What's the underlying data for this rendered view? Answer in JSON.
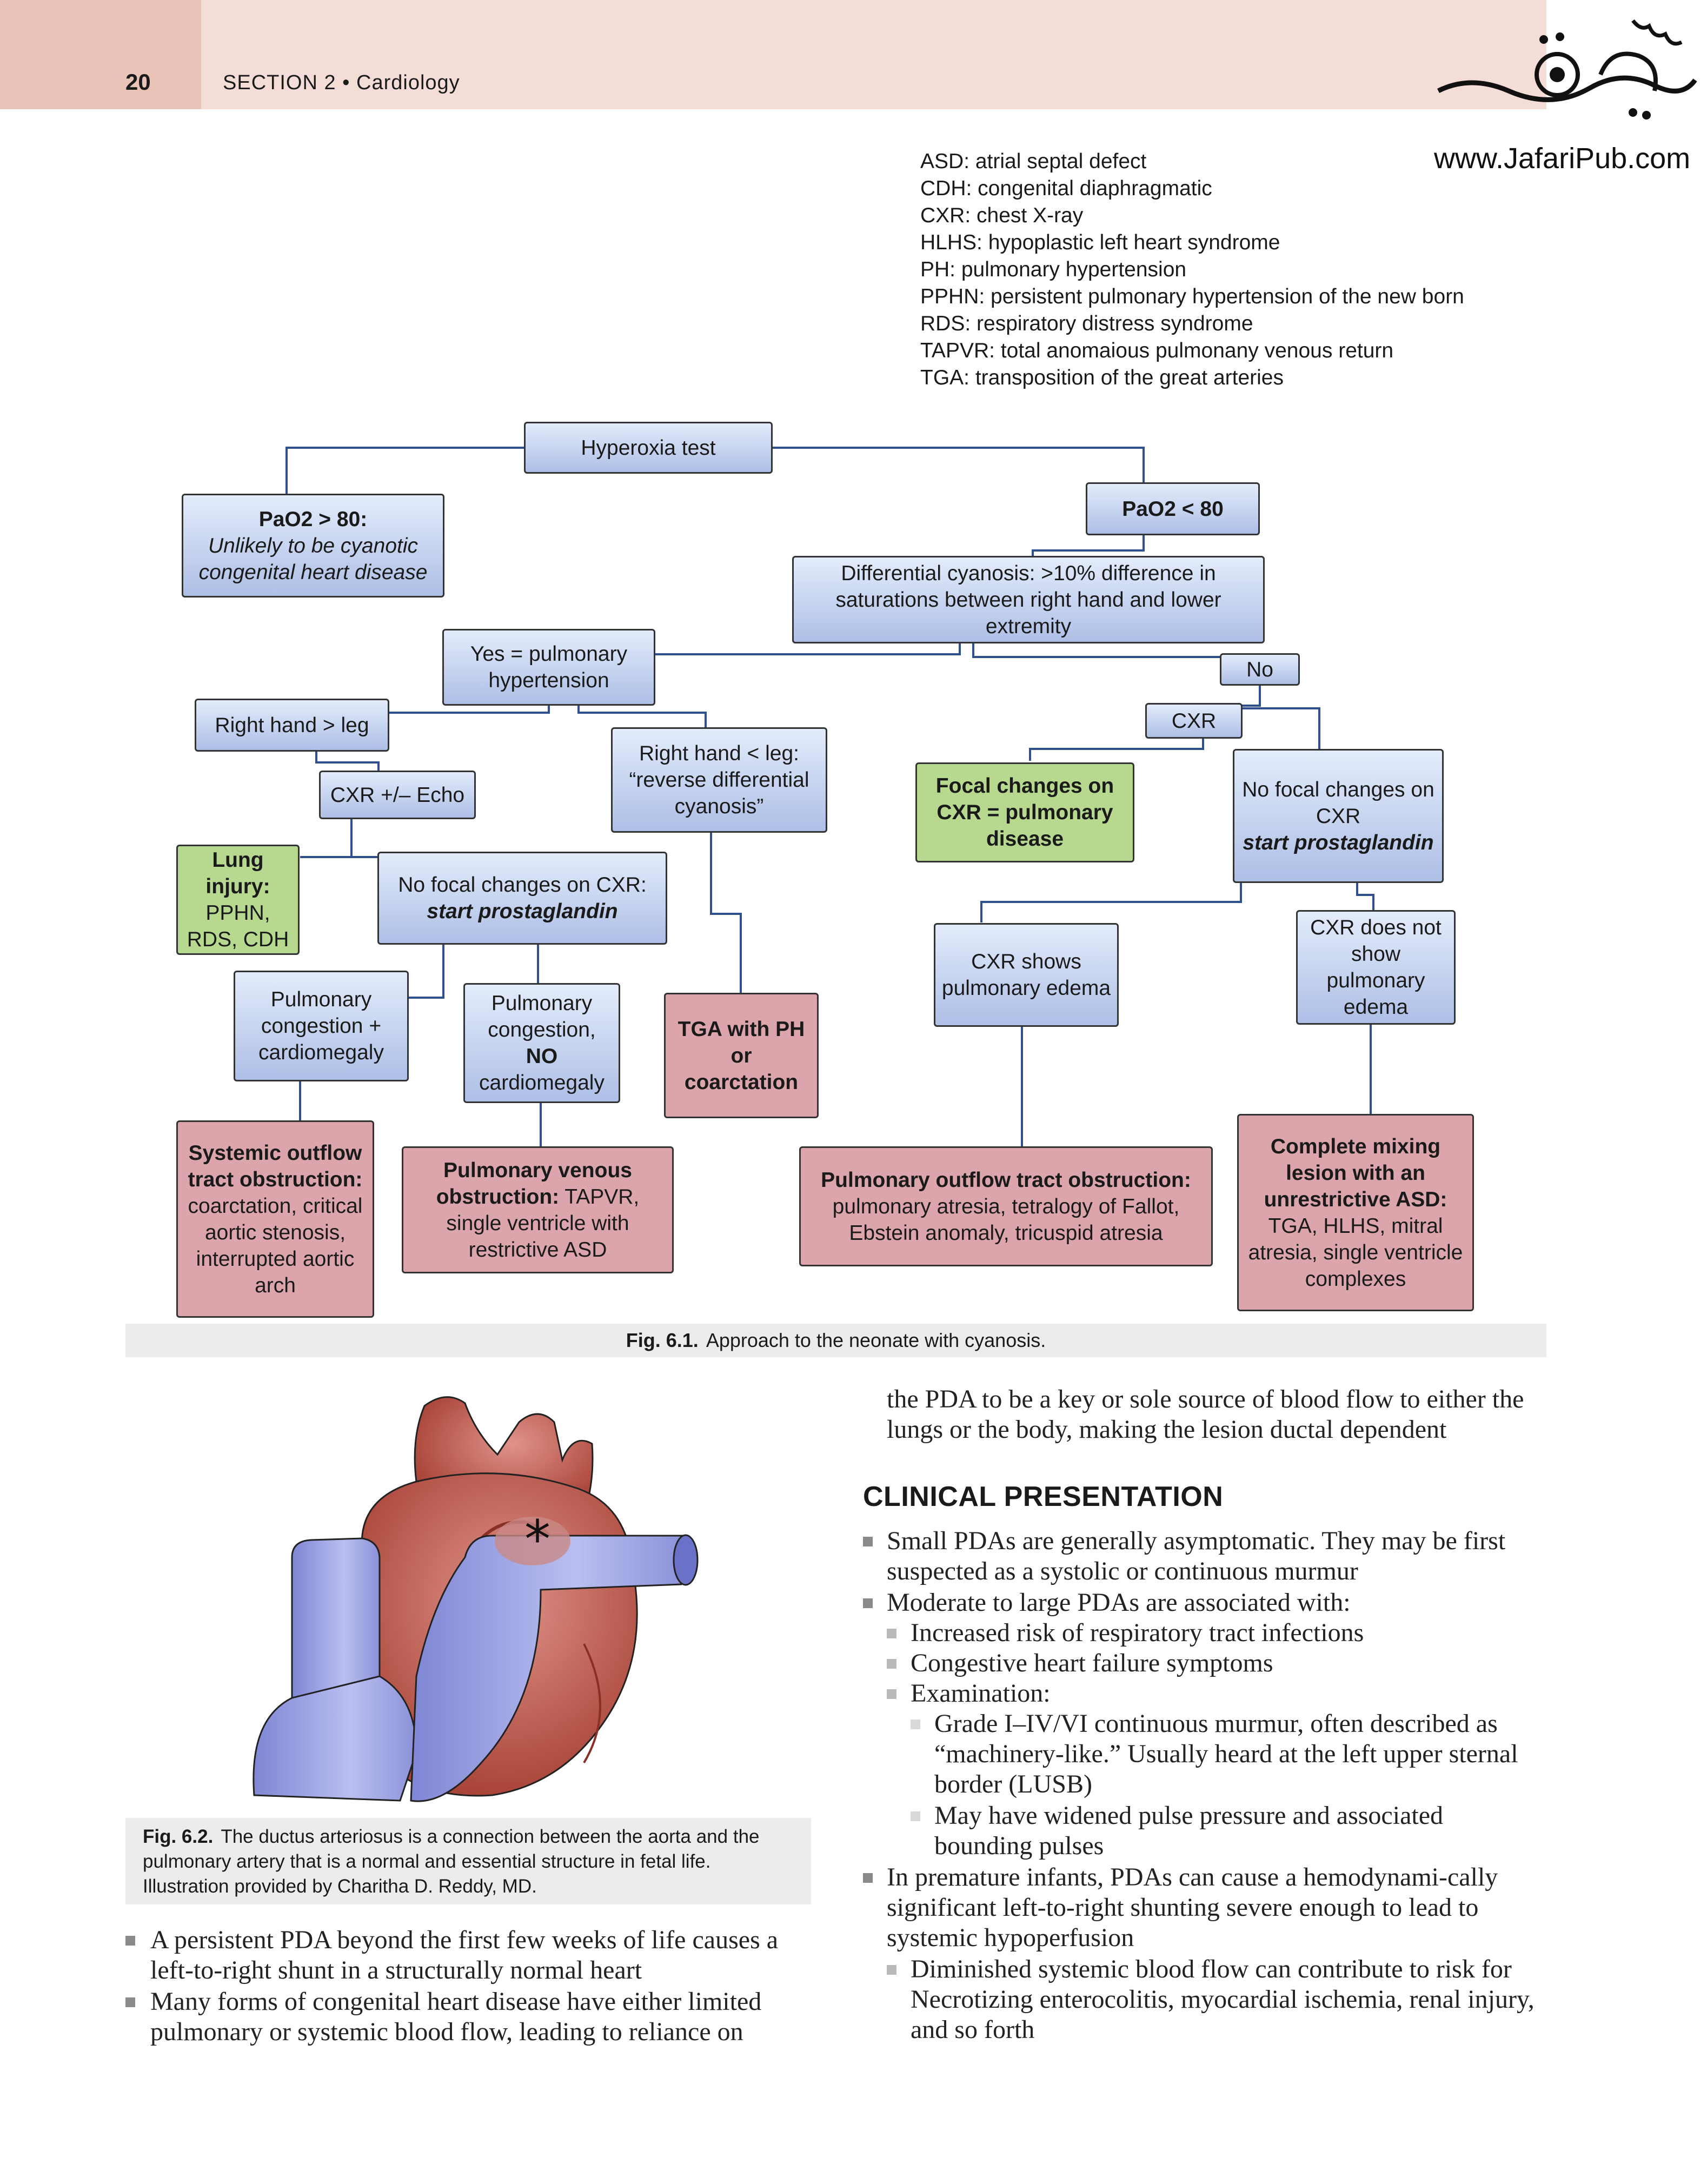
{
  "header": {
    "page_number": "20",
    "section": "SECTION 2  •  Cardiology",
    "logo_url": "www.JafariPub.com"
  },
  "abbreviations": [
    "ASD: atrial septal defect",
    "CDH: congenital diaphragmatic",
    "CXR: chest X-ray",
    "HLHS: hypoplastic left heart syndrome",
    "PH: pulmonary hypertension",
    "PPHN: persistent pulmonary hypertension of the new born",
    "RDS: respiratory distress syndrome",
    "TAPVR: total anomaious pulmonany venous return",
    "TGA: transposition of the great arteries"
  ],
  "flowchart": {
    "hyperoxia": "Hyperoxia test",
    "pao2_high_title": "PaO2 > 80:",
    "pao2_high_text": "Unlikely to be cyanotic congenital heart disease",
    "pao2_low": "PaO2 < 80",
    "differential": "Differential cyanosis: >10% difference in saturations between right hand and lower extremity",
    "yes_ph": "Yes = pulmonary hypertension",
    "no": "No",
    "rh_gt_leg": "Right hand > leg",
    "rh_lt_leg": "Right hand < leg: “reverse differential cyanosis”",
    "cxr_echo": "CXR +/– Echo",
    "cxr": "CXR",
    "lung_title": "Lung injury:",
    "lung_text": "PPHN, RDS, CDH",
    "nofocal_left_line": "No focal changes on CXR:",
    "nofocal_left_em": "start prostaglandin",
    "focal": "Focal changes on CXR = pulmonary disease",
    "nofocal_right_line": "No focal changes on CXR",
    "nofocal_right_em": "start prostaglandin",
    "pc_cardio": "Pulmonary congestion + cardiomegaly",
    "pc_no_1": "Pulmonary congestion,",
    "pc_no_2": "NO",
    "pc_no_3": "cardiomegaly",
    "tga": "TGA with PH or coarctation",
    "cxr_edema": "CXR shows pulmonary edema",
    "cxr_no_edema": "CXR does not show pulmonary edema",
    "sys_title": "Systemic outflow tract obstruction:",
    "sys_text": "coarctation, critical aortic stenosis, interrupted aortic arch",
    "pv_title": "Pulmonary venous obstruction:",
    "pv_text": " TAPVR, single ventricle with restrictive ASD",
    "po_title": "Pulmonary outflow tract obstruction:",
    "po_text": "pulmonary atresia, tetralogy of Fallot, Ebstein anomaly, tricuspid atresia",
    "cm_title": "Complete mixing lesion with an unrestrictive ASD:",
    "cm_text": "TGA, HLHS, mitral atresia, single ventricle complexes"
  },
  "fig1_caption": {
    "label": "Fig. 6.1.",
    "text": "Approach to the neonate with cyanosis."
  },
  "fig2_caption": {
    "label": "Fig. 6.2.",
    "text": "The ductus arteriosus is a connection between the aorta and the pulmonary artery that is a normal and essential structure in fetal life. Illustration provided by Charitha D. Reddy, MD.",
    "asterisk": "*"
  },
  "left_bullets": [
    "A persistent PDA beyond the first few weeks of life causes a left-to-right shunt in a structurally normal heart",
    "Many forms of congenital heart disease have either limited pulmonary or systemic blood flow, leading to reliance on"
  ],
  "right_col": {
    "continuation": "the PDA to be a key or sole source of blood flow to either the lungs or the body, making the lesion ductal dependent",
    "heading": "CLINICAL PRESENTATION",
    "b1": "Small PDAs are generally asymptomatic. They may be first suspected as a systolic or continuous murmur",
    "b2": "Moderate to large PDAs are associated with:",
    "b2a": "Increased risk of respiratory tract infections",
    "b2b": "Congestive heart failure symptoms",
    "b2c": "Examination:",
    "b2c1": "Grade I–IV/VI continuous murmur, often described as “machinery-like.” Usually heard at the left upper sternal border (LUSB)",
    "b2c2": "May have widened pulse pressure and associated bounding pulses",
    "b3": "In premature infants, PDAs can cause a hemodynami-cally significant left-to-right shunting severe enough to lead to systemic hypoperfusion",
    "b3a": "Diminished systemic blood flow can contribute to risk for Necrotizing enterocolitis, myocardial ischemia, renal injury, and so forth"
  }
}
